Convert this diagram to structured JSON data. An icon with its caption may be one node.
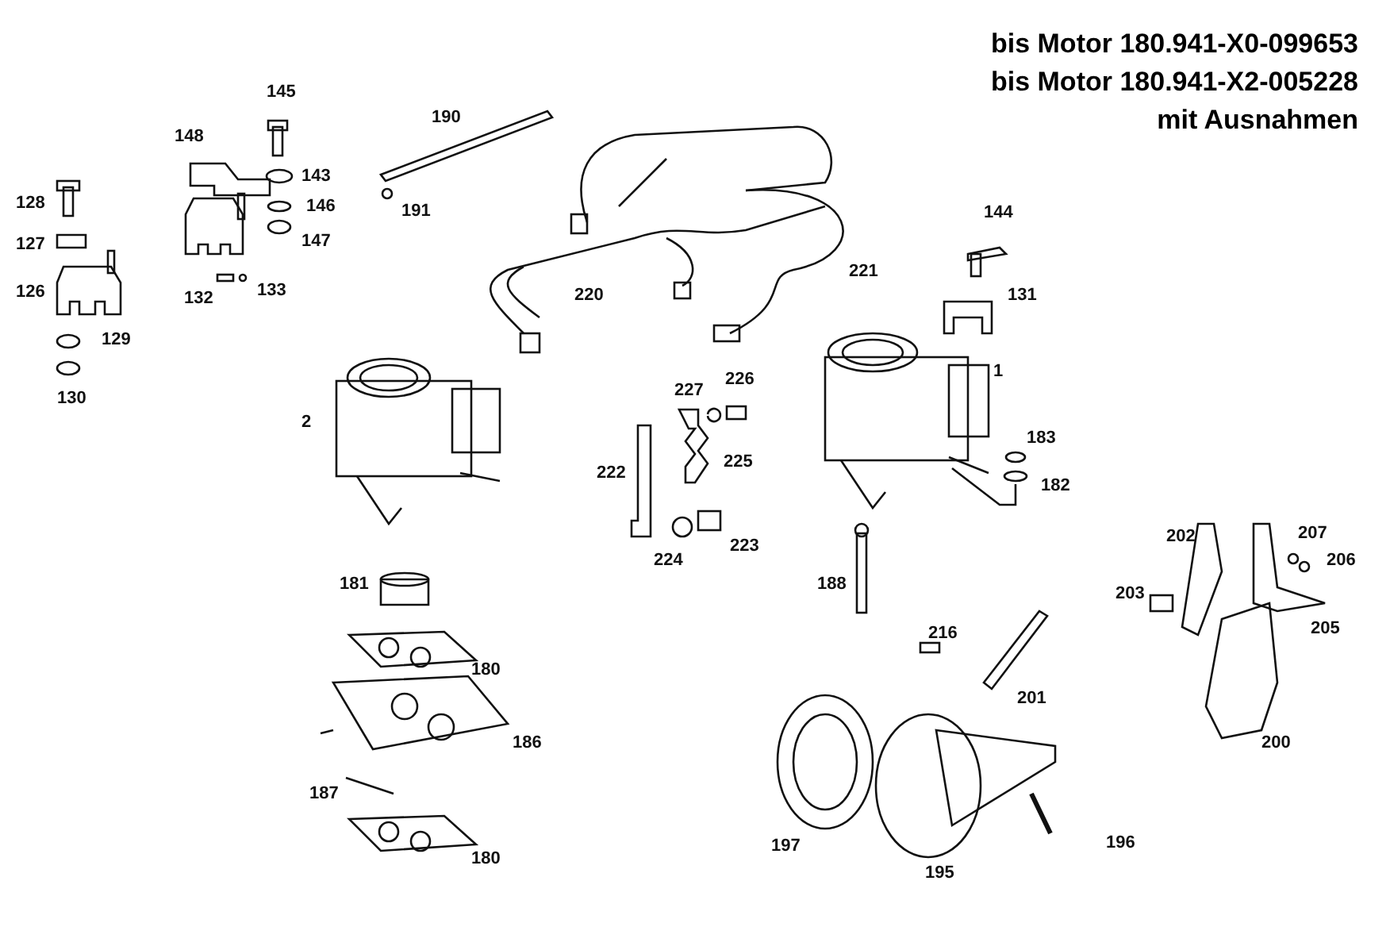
{
  "diagram": {
    "labels": [
      "bis Motor 180.941-X0-099653",
      "bis Motor 180.941-X2-005228",
      "mit Ausnahmen",
      "145",
      "190",
      "148",
      "128",
      "143",
      "146",
      "191",
      "144",
      "127",
      "147",
      "126",
      "133",
      "220",
      "221",
      "132",
      "131",
      "129",
      "1",
      "227",
      "226",
      "130",
      "2",
      "183",
      "225",
      "222",
      "182",
      "223",
      "224",
      "202",
      "207",
      "206",
      "181",
      "188",
      "203",
      "216",
      "205",
      "180",
      "201",
      "186",
      "200",
      "187",
      "197",
      "180",
      "195",
      "196"
    ]
  }
}
